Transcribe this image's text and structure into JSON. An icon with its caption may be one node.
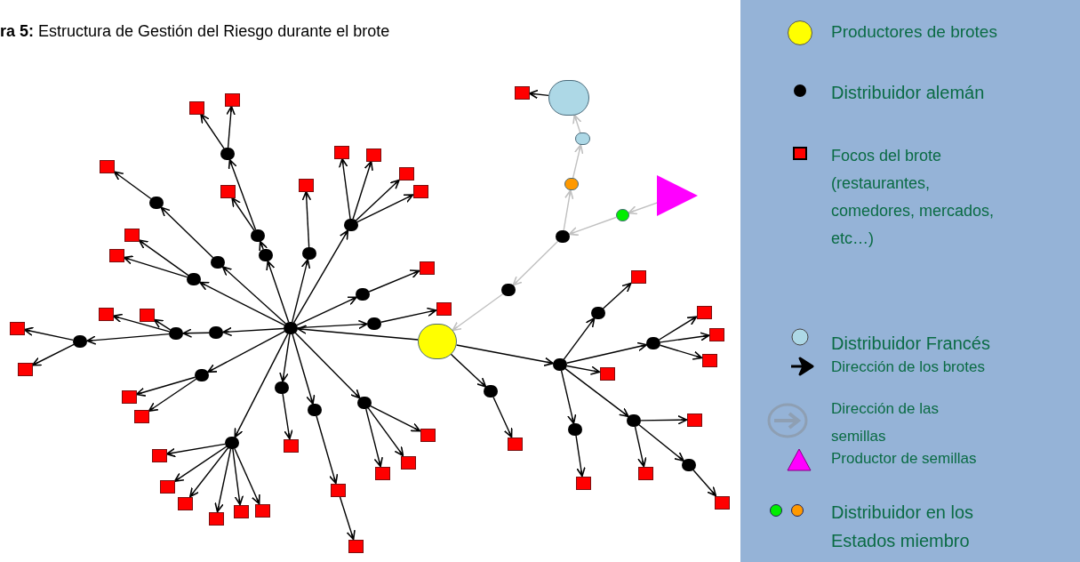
{
  "diagram": {
    "title": "**ra 5:** Estructura de Gestión del Riesgo durante el brote",
    "nodes": [
      {
        "text": [],
        "shape": "circle"
      },
      {
        "text": [],
        "shape": "circle"
      },
      {
        "text": [],
        "shape": "circle"
      },
      {
        "text": [],
        "shape": "circle"
      },
      {
        "text": [],
        "shape": "box"
      },
      {
        "text": [],
        "shape": "box"
      },
      {
        "text": [],
        "shape": "circle"
      },
      {
        "text": [],
        "shape": "box"
      },
      {
        "text": [],
        "shape": "box"
      },
      {
        "text": [],
        "shape": "circle"
      },
      {
        "text": [],
        "shape": "box"
      },
      {
        "text": [],
        "shape": "box"
      },
      {
        "text": [],
        "shape": "circle"
      },
      {
        "text": [],
        "shape": "circle"
      },
      {
        "text": [],
        "shape": "box"
      },
      {
        "text": [],
        "shape": "circle"
      },
      {
        "text": [],
        "shape": "circle"
      },
      {
        "text": [],
        "shape": "box"
      },
      {
        "text": [],
        "shape": "circle"
      },
      {
        "text": [],
        "shape": "box"
      },
      {
        "text": [],
        "shape": "box"
      },
      {
        "text": [],
        "shape": "circle"
      },
      {
        "text": [],
        "shape": "box"
      },
      {
        "text": [],
        "shape": "circle"
      },
      {
        "text": [],
        "shape": "box"
      },
      {
        "text": [],
        "shape": "box"
      },
      {
        "text": [],
        "shape": "box"
      },
      {
        "text": [],
        "shape": "box"
      },
      {
        "text": [],
        "shape": "circle"
      },
      {
        "text": [],
        "shape": "box"
      },
      {
        "text": [],
        "shape": "circle"
      },
      {
        "text": [],
        "shape": "box"
      },
      {
        "text": [],
        "shape": "circle"
      },
      {
        "text": [],
        "shape": "box"
      },
      {
        "text": [],
        "shape": "box"
      },
      {
        "text": [],
        "shape": "circle"
      },
      {
        "text": [],
        "shape": "box"
      },
      {
        "text": [],
        "shape": "box"
      },
      {
        "text": [],
        "shape": "box"
      },
      {
        "text": [],
        "shape": "box"
      },
      {
        "text": [],
        "shape": "box"
      },
      {
        "text": [],
        "shape": "box"
      },
      {
        "text": [],
        "shape": "circle"
      },
      {
        "text": [],
        "shape": "box"
      },
      {
        "text": [],
        "shape": "circle"
      },
      {
        "text": [],
        "shape": "box"
      },
      {
        "text": [],
        "shape": "box"
      },
      {
        "text": [],
        "shape": "circle"
      },
      {
        "text": [],
        "shape": "box"
      },
      {
        "text": [],
        "shape": "box"
      },
      {
        "text": [],
        "shape": "box"
      },
      {
        "text": [],
        "shape": "circle"
      },
      {
        "text": [],
        "shape": "circle"
      },
      {
        "text": [],
        "shape": "box"
      },
      {
        "text": [],
        "shape": "circle"
      },
      {
        "text": [],
        "shape": "box"
      },
      {
        "text": [],
        "shape": "circle"
      },
      {
        "text": [],
        "shape": "box"
      },
      {
        "text": [],
        "shape": "box"
      },
      {
        "text": [],
        "shape": "box"
      },
      {
        "text": [],
        "shape": "box"
      },
      {
        "text": [],
        "shape": "circle"
      },
      {
        "text": [],
        "shape": "box"
      },
      {
        "text": [],
        "shape": "circle"
      },
      {
        "text": [],
        "shape": "box"
      },
      {
        "text": [],
        "shape": "box"
      },
      {
        "text": [],
        "shape": "circle"
      },
      {
        "text": [],
        "shape": "box"
      },
      {
        "text": [],
        "shape": "triangle"
      },
      {
        "text": [],
        "shape": "circle"
      },
      {
        "text": [],
        "shape": "circle"
      },
      {
        "text": [],
        "shape": "circle"
      },
      {
        "text": [],
        "shape": "circle"
      },
      {
        "text": [],
        "shape": "circle"
      },
      {
        "text": [],
        "shape": "circle"
      },
      {
        "text": [],
        "shape": "box"
      }
    ],
    "edges": [
      {
        "from": 1,
        "to": 0,
        "arrow": "to"
      },
      {
        "from": 0,
        "to": 2,
        "arrow": "to"
      },
      {
        "from": 2,
        "to": 3,
        "arrow": "to"
      },
      {
        "from": 3,
        "to": 4,
        "arrow": "to"
      },
      {
        "from": 3,
        "to": 5,
        "arrow": "to"
      },
      {
        "from": 3,
        "to": 6,
        "arrow": "to"
      },
      {
        "from": 6,
        "to": 7,
        "arrow": "to"
      },
      {
        "from": 6,
        "to": 8,
        "arrow": "to"
      },
      {
        "from": 0,
        "to": 9,
        "arrow": "to"
      },
      {
        "from": 9,
        "to": 10,
        "arrow": "to"
      },
      {
        "from": 9,
        "to": 11,
        "arrow": "to"
      },
      {
        "from": 0,
        "to": 12,
        "arrow": "to"
      },
      {
        "from": 12,
        "to": 13,
        "arrow": "to"
      },
      {
        "from": 13,
        "to": 14,
        "arrow": "to"
      },
      {
        "from": 0,
        "to": 15,
        "arrow": "to"
      },
      {
        "from": 15,
        "to": 16,
        "arrow": "to"
      },
      {
        "from": 16,
        "to": 17,
        "arrow": "to"
      },
      {
        "from": 16,
        "to": 18,
        "arrow": "to"
      },
      {
        "from": 18,
        "to": 19,
        "arrow": "to"
      },
      {
        "from": 18,
        "to": 20,
        "arrow": "to"
      },
      {
        "from": 0,
        "to": 21,
        "arrow": "to"
      },
      {
        "from": 21,
        "to": 22,
        "arrow": "to"
      },
      {
        "from": 0,
        "to": 23,
        "arrow": "to"
      },
      {
        "from": 23,
        "to": 24,
        "arrow": "to"
      },
      {
        "from": 23,
        "to": 25,
        "arrow": "to"
      },
      {
        "from": 23,
        "to": 26,
        "arrow": "to"
      },
      {
        "from": 23,
        "to": 27,
        "arrow": "to"
      },
      {
        "from": 0,
        "to": 28,
        "arrow": "to"
      },
      {
        "from": 28,
        "to": 29,
        "arrow": "to"
      },
      {
        "from": 0,
        "to": 30,
        "arrow": "to"
      },
      {
        "from": 30,
        "to": 31,
        "arrow": "to"
      },
      {
        "from": 0,
        "to": 32,
        "arrow": "to"
      },
      {
        "from": 32,
        "to": 33,
        "arrow": "to"
      },
      {
        "from": 32,
        "to": 34,
        "arrow": "to"
      },
      {
        "from": 0,
        "to": 35,
        "arrow": "to"
      },
      {
        "from": 35,
        "to": 36,
        "arrow": "to"
      },
      {
        "from": 35,
        "to": 37,
        "arrow": "to"
      },
      {
        "from": 35,
        "to": 38,
        "arrow": "to"
      },
      {
        "from": 35,
        "to": 39,
        "arrow": "to"
      },
      {
        "from": 35,
        "to": 40,
        "arrow": "to"
      },
      {
        "from": 35,
        "to": 41,
        "arrow": "to"
      },
      {
        "from": 0,
        "to": 42,
        "arrow": "to"
      },
      {
        "from": 42,
        "to": 43,
        "arrow": "to"
      },
      {
        "from": 0,
        "to": 44,
        "arrow": "to"
      },
      {
        "from": 44,
        "to": 45,
        "arrow": "to"
      },
      {
        "from": 45,
        "to": 46,
        "arrow": "to"
      },
      {
        "from": 0,
        "to": 47,
        "arrow": "to"
      },
      {
        "from": 47,
        "to": 48,
        "arrow": "to"
      },
      {
        "from": 47,
        "to": 49,
        "arrow": "to"
      },
      {
        "from": 47,
        "to": 50,
        "arrow": "to"
      },
      {
        "from": 1,
        "to": 51,
        "arrow": "to"
      },
      {
        "from": 1,
        "to": 52,
        "arrow": "to"
      },
      {
        "from": 52,
        "to": 53,
        "arrow": "to"
      },
      {
        "from": 51,
        "to": 54,
        "arrow": "to"
      },
      {
        "from": 54,
        "to": 55,
        "arrow": "to"
      },
      {
        "from": 51,
        "to": 56,
        "arrow": "to"
      },
      {
        "from": 56,
        "to": 57,
        "arrow": "to"
      },
      {
        "from": 56,
        "to": 58,
        "arrow": "to"
      },
      {
        "from": 56,
        "to": 59,
        "arrow": "to"
      },
      {
        "from": 51,
        "to": 60,
        "arrow": "to"
      },
      {
        "from": 51,
        "to": 61,
        "arrow": "to"
      },
      {
        "from": 61,
        "to": 62,
        "arrow": "to"
      },
      {
        "from": 51,
        "to": 63,
        "arrow": "to"
      },
      {
        "from": 63,
        "to": 64,
        "arrow": "to"
      },
      {
        "from": 63,
        "to": 65,
        "arrow": "to"
      },
      {
        "from": 63,
        "to": 66,
        "arrow": "to"
      },
      {
        "from": 66,
        "to": 67,
        "arrow": "to"
      },
      {
        "from": 68,
        "to": 69,
        "arrow": "to",
        "color": "#c0c0c0"
      },
      {
        "from": 69,
        "to": 70,
        "arrow": "to",
        "color": "#c0c0c0"
      },
      {
        "from": 70,
        "to": 71,
        "arrow": "to",
        "color": "#c0c0c0"
      },
      {
        "from": 71,
        "to": 1,
        "arrow": "to",
        "color": "#c0c0c0"
      },
      {
        "from": 70,
        "to": 72,
        "arrow": "to",
        "color": "#c0c0c0"
      },
      {
        "from": 72,
        "to": 73,
        "arrow": "to",
        "color": "#c0c0c0"
      },
      {
        "from": 73,
        "to": 74,
        "arrow": "to",
        "color": "#c0c0c0"
      },
      {
        "from": 74,
        "to": 75,
        "arrow": "to"
      }
    ],
    "legend": [
      {
        "text": "Productores de brotes"
      },
      {
        "text": "Distribuidor alemán"
      },
      {
        "text": "Focos del brote (restaurantes, comedores, mercados, etc…)"
      },
      {
        "text": "Distribuidor Francés"
      },
      {
        "text": "Dirección de los brotes"
      },
      {
        "text": "Dirección de las semillas"
      },
      {
        "text": "Productor de semillas"
      },
      {
        "text": "Distribuidor en los Estados miembro"
      }
    ]
  }
}
